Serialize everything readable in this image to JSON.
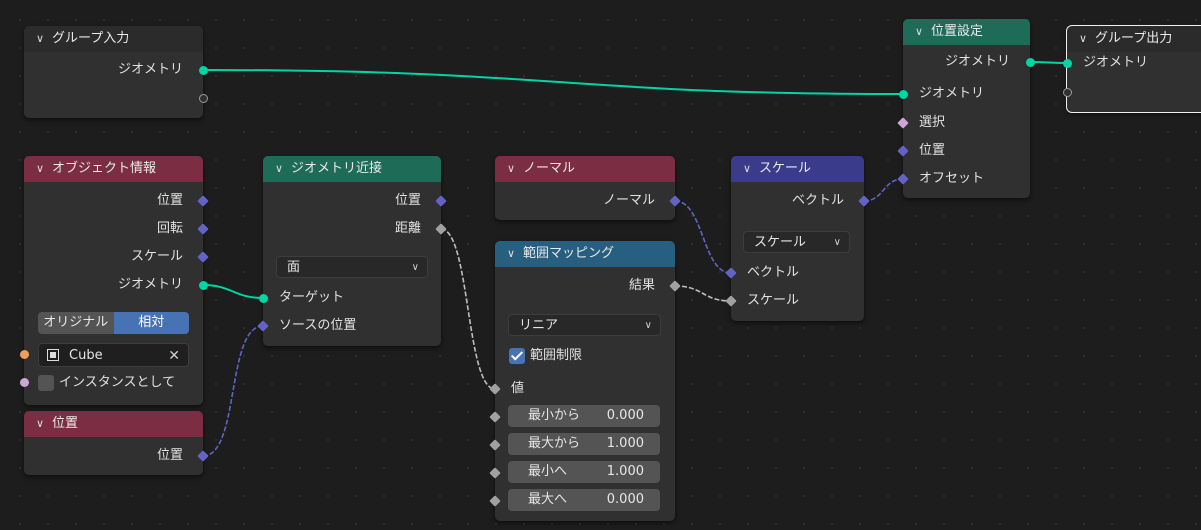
{
  "nodes": {
    "group_input": {
      "title": "グループ入力",
      "outputs": {
        "geometry": "ジオメトリ"
      }
    },
    "set_position": {
      "title": "位置設定",
      "outputs": {
        "geometry": "ジオメトリ"
      },
      "inputs": {
        "geometry": "ジオメトリ",
        "selection": "選択",
        "position": "位置",
        "offset": "オフセット"
      }
    },
    "group_output": {
      "title": "グループ出力",
      "inputs": {
        "geometry": "ジオメトリ"
      }
    },
    "object_info": {
      "title": "オブジェクト情報",
      "outputs": {
        "location": "位置",
        "rotation": "回転",
        "scale": "スケール",
        "geometry": "ジオメトリ"
      },
      "transform_space": {
        "options": [
          "オリジナル",
          "相対"
        ],
        "selected": "相対"
      },
      "object": "Cube",
      "clear_icon": "✕",
      "as_instance": {
        "label": "インスタンスとして",
        "checked": false
      }
    },
    "geometry_proximity": {
      "title": "ジオメトリ近接",
      "outputs": {
        "position": "位置",
        "distance": "距離"
      },
      "target_element": "面",
      "inputs": {
        "target": "ターゲット",
        "source_position": "ソースの位置"
      }
    },
    "normal": {
      "title": "ノーマル",
      "outputs": {
        "normal": "ノーマル"
      }
    },
    "scale": {
      "title": "スケール",
      "outputs": {
        "vector": "ベクトル"
      },
      "operation": "スケール",
      "inputs": {
        "vector": "ベクトル",
        "scale": "スケール"
      }
    },
    "map_range": {
      "title": "範囲マッピング",
      "outputs": {
        "result": "結果"
      },
      "interpolation": "リニア",
      "clamp": {
        "label": "範囲制限",
        "checked": true
      },
      "inputs": {
        "value": "値",
        "from_min": {
          "label": "最小から",
          "value": "0.000"
        },
        "from_max": {
          "label": "最大から",
          "value": "1.000"
        },
        "to_min": {
          "label": "最小へ",
          "value": "1.000"
        },
        "to_max": {
          "label": "最大へ",
          "value": "0.000"
        }
      }
    },
    "position": {
      "title": "位置",
      "outputs": {
        "position": "位置"
      }
    }
  },
  "colors": {
    "geometry_socket": "#00d6a3",
    "vector_socket": "#6363c7",
    "float_socket": "#a1a1a1",
    "boolean_socket": "#cca6d6",
    "object_socket": "#ed9e5c",
    "header_geometry": "#1e6b58",
    "header_input": "#7a2d43",
    "header_vector": "#3b3b8c",
    "header_converter": "#275f80",
    "accent": "#4772b3"
  },
  "icons": {
    "collapse": "chevron-down-icon",
    "dropdown": "chevron-down-icon",
    "object": "object-icon",
    "clear": "close-icon",
    "check": "check-icon"
  }
}
